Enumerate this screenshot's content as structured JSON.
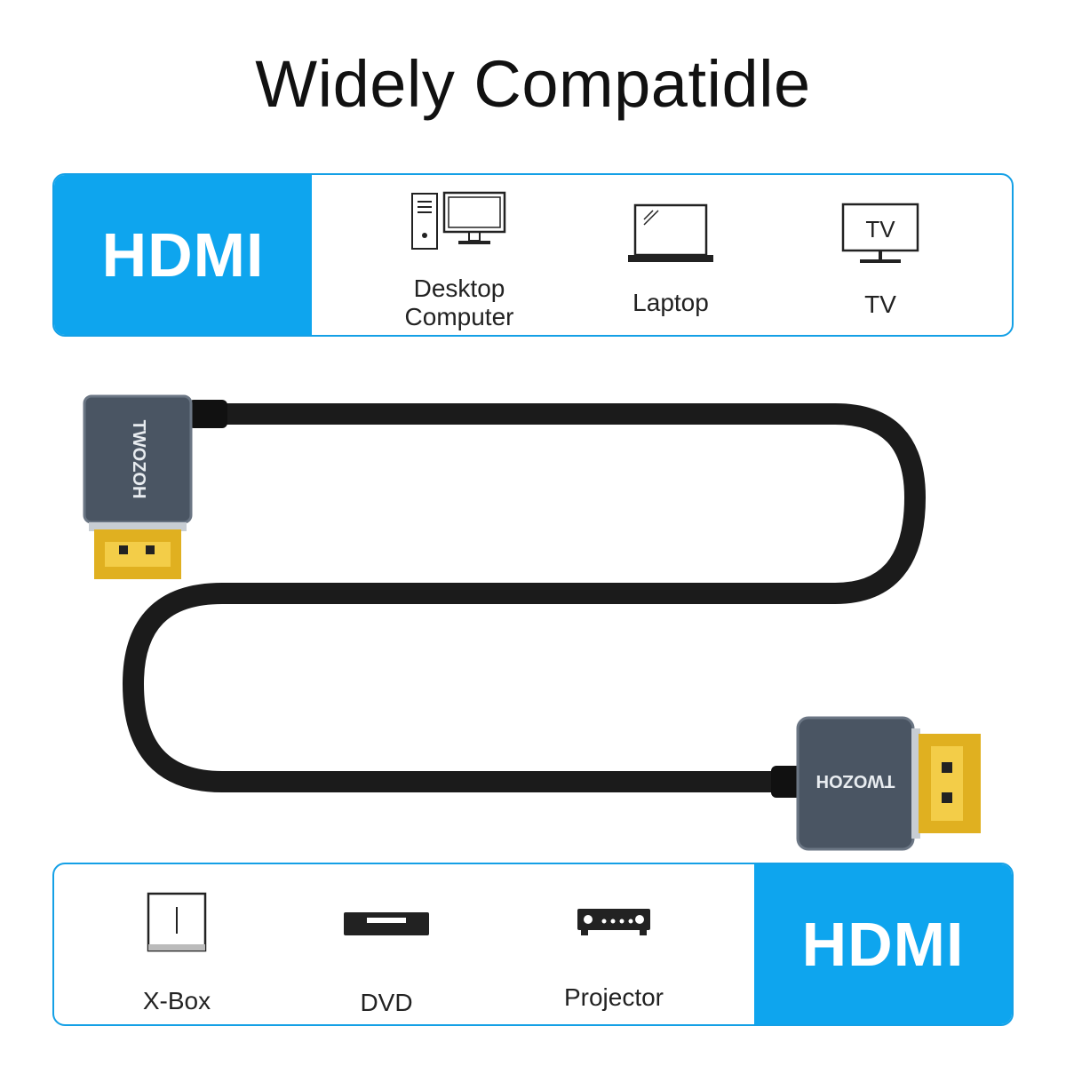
{
  "title": "Widely Compatidle",
  "top_panel": {
    "badge": "HDMI",
    "devices": [
      {
        "label": "Desktop\nComputer",
        "icon": "desktop-computer-icon"
      },
      {
        "label": "Laptop",
        "icon": "laptop-icon"
      },
      {
        "label": "TV",
        "icon": "tv-icon",
        "icon_text": "TV"
      }
    ]
  },
  "bottom_panel": {
    "badge": "HDMI",
    "devices": [
      {
        "label": "X-Box",
        "icon": "xbox-icon"
      },
      {
        "label": "DVD",
        "icon": "dvd-player-icon"
      },
      {
        "label": "Projector",
        "icon": "projector-icon"
      }
    ]
  },
  "product": {
    "brand": "TWOZOH",
    "cable_color": "#1b1b1b",
    "connector_color": "#4a5563",
    "plug_color": "#e0b020"
  },
  "accent_color": "#0ea5ee"
}
